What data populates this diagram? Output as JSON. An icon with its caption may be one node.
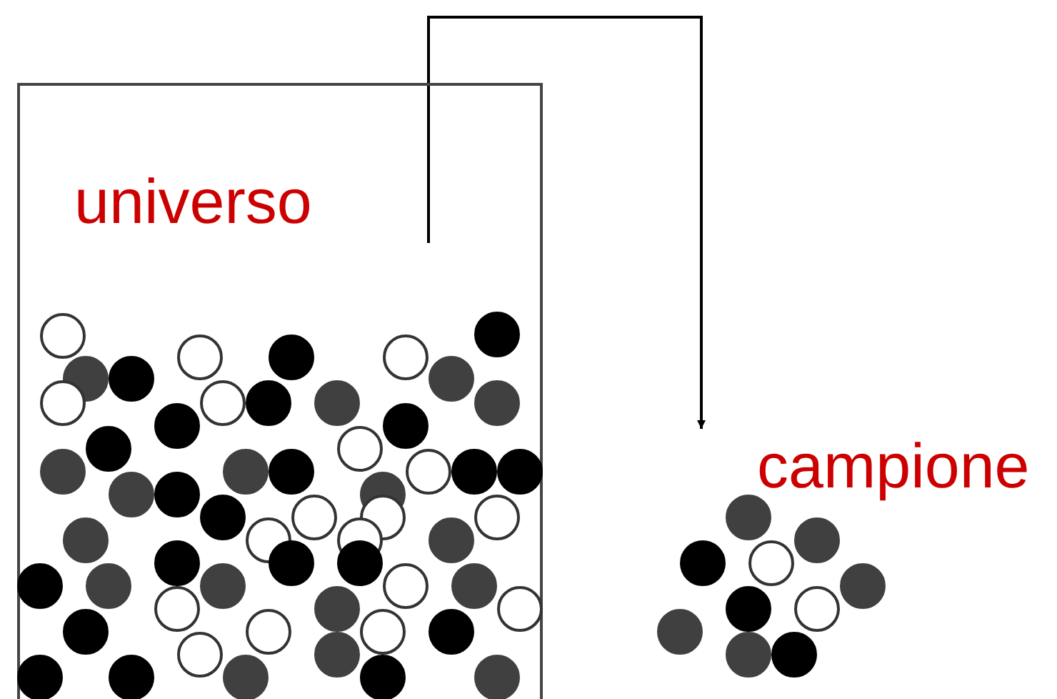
{
  "diagram": {
    "nodes": [
      {
        "text": [
          "universo"
        ]
      },
      {
        "text": [
          "campione"
        ]
      }
    ],
    "edges": [
      {
        "from": 0,
        "to": 1,
        "arrow": "to"
      }
    ]
  }
}
